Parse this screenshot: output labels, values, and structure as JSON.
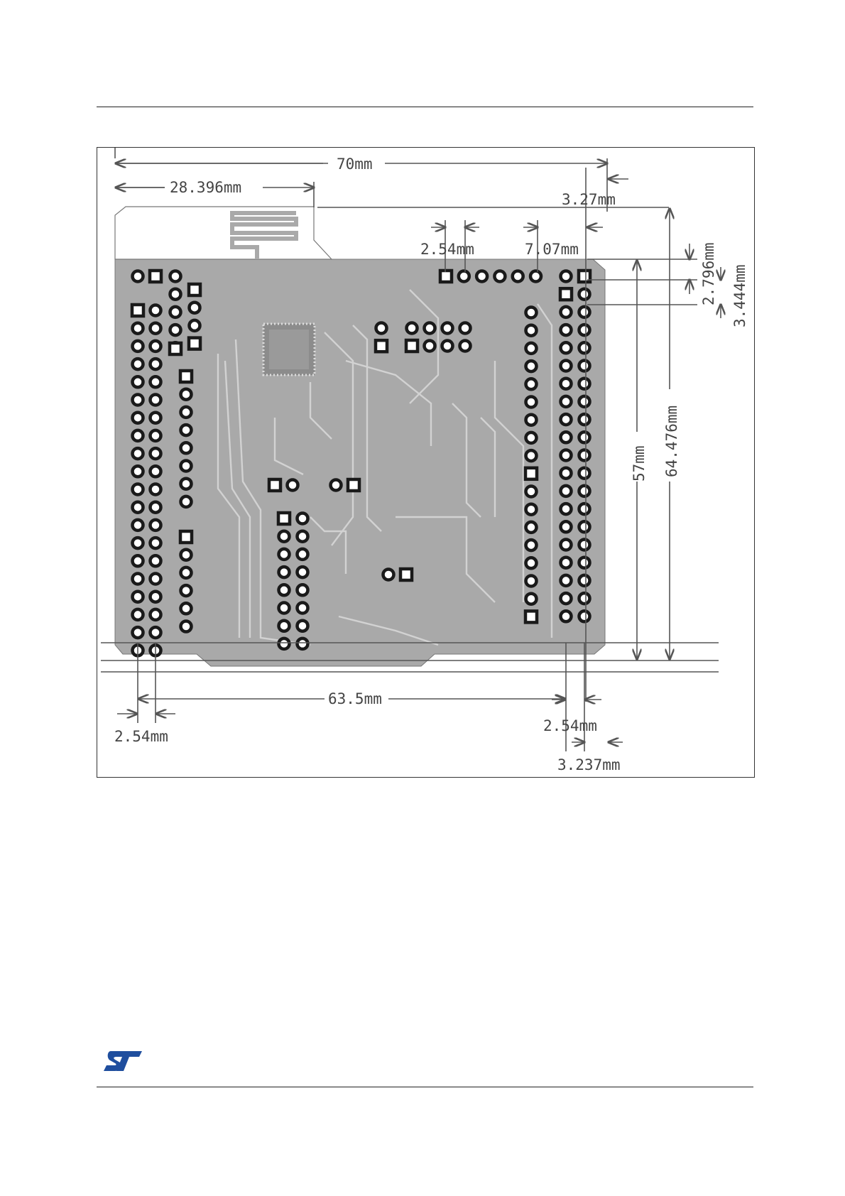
{
  "figure": {
    "dimensions": {
      "overall_width": "70mm",
      "antenna_offset": "28.396mm",
      "right_offset_top": "3.27mm",
      "pin_pitch_top": "2.54mm",
      "header_offset_top": "7.07mm",
      "edge_offset_a": "2.796mm",
      "edge_offset_b": "3.444mm",
      "height_inner": "57mm",
      "height_overall": "64.476mm",
      "header_span": "63.5mm",
      "pin_pitch_bottom_left": "2.54mm",
      "pin_pitch_bottom_right": "2.54mm",
      "right_offset_bottom": "3.237mm"
    },
    "colors": {
      "pcb": "#a9a9a9",
      "pad_ring": "#1a1a1a",
      "dimension_line": "#555555",
      "trace": "#d2d2d2"
    }
  },
  "logo": {
    "text": "ST",
    "color": "#1f4e9e"
  }
}
